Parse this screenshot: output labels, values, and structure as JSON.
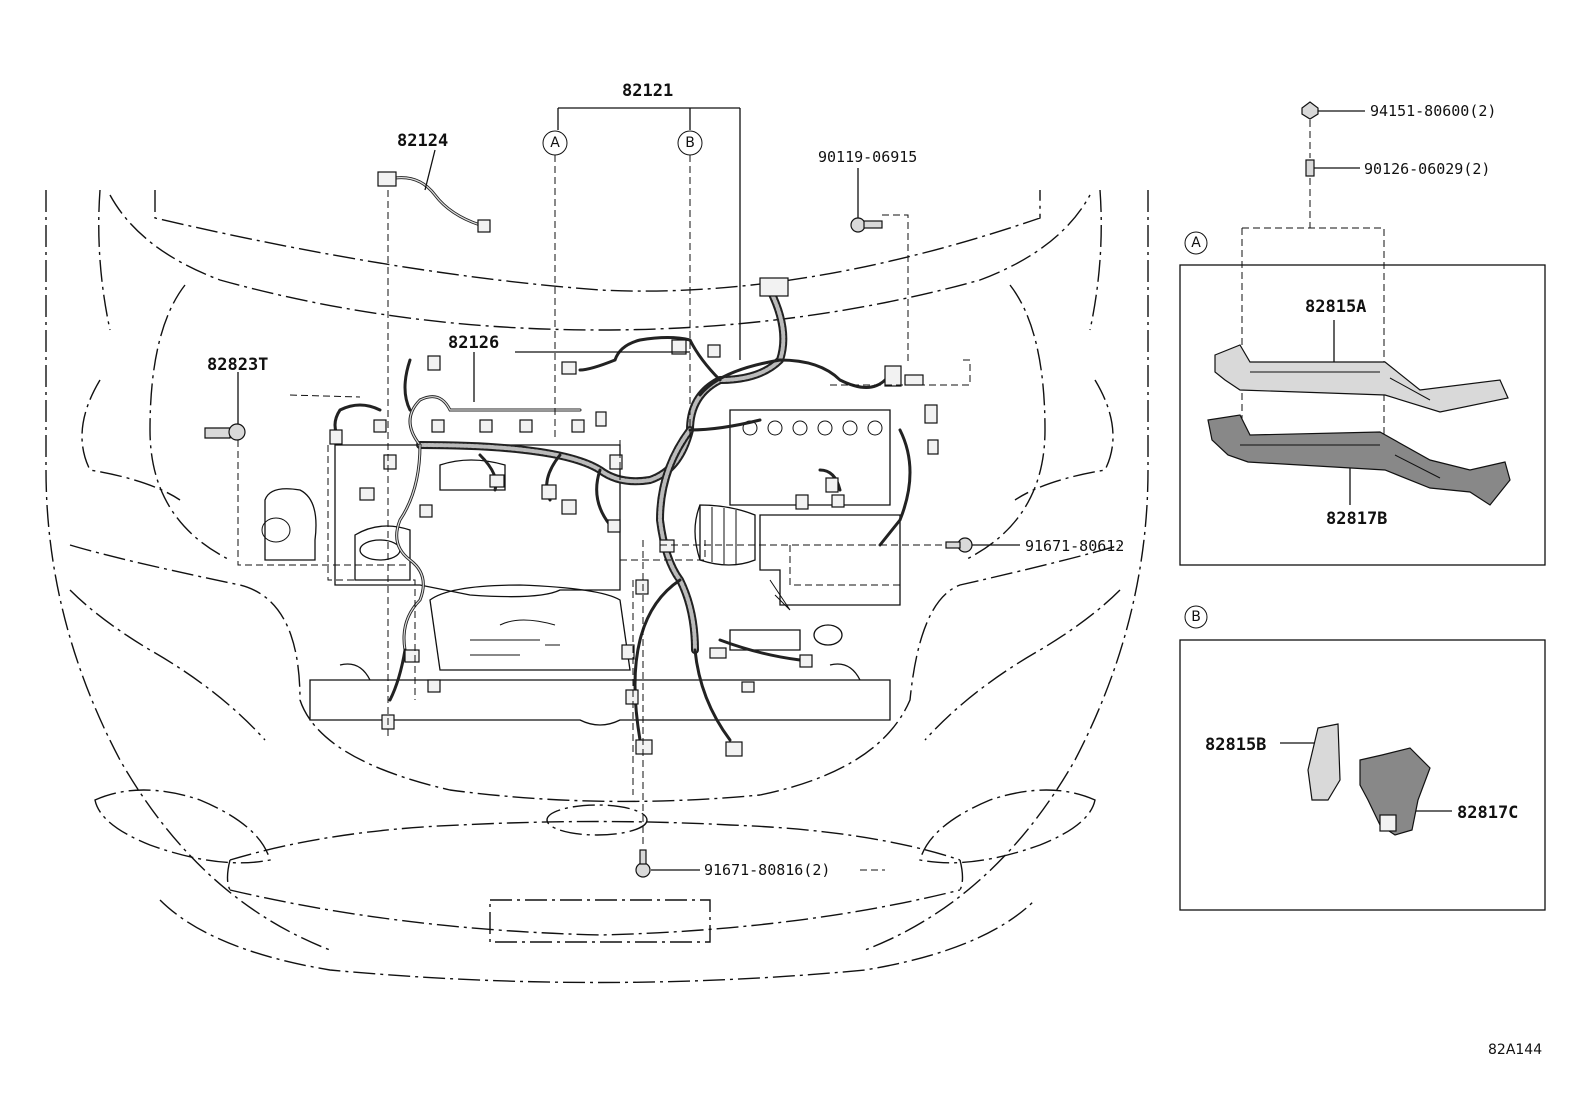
{
  "diagram_code": "82A144",
  "labels": {
    "p82121": "82121",
    "p82124": "82124",
    "p82126": "82126",
    "p82823T": "82823T",
    "p90119": "90119-06915",
    "p91671_612": "91671-80612",
    "p91671_816": "91671-80816(2)",
    "p94151": "94151-80600(2)",
    "p90126": "90126-06029(2)",
    "p82815A": "82815A",
    "p82817B": "82817B",
    "p82815B": "82815B",
    "p82817C": "82817C"
  },
  "callouts": {
    "a": "A",
    "b": "B"
  },
  "detail_boxes": {
    "a_letter": "A",
    "b_letter": "B"
  }
}
